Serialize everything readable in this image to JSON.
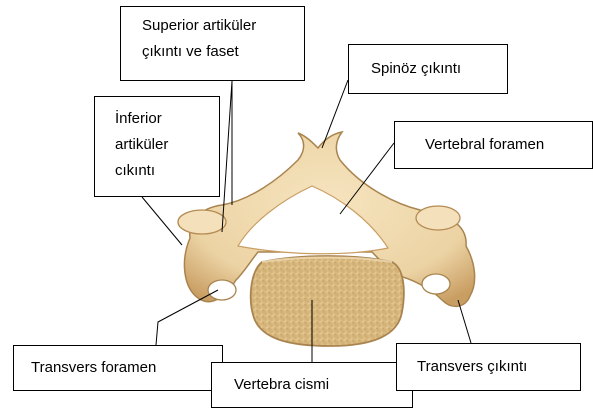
{
  "labels": {
    "superior": [
      "Superior artiküler",
      "çıkıntı ve faset"
    ],
    "spinous": "Spinöz çıkıntı",
    "inferior": [
      "İnferior",
      "artiküler",
      "cıkıntı"
    ],
    "vertebral_foramen": "Vertebral foramen",
    "transverse_foramen": "Transvers foramen",
    "body": "Vertebra cismi",
    "transverse_process": "Transvers çıkıntı"
  },
  "colors": {
    "bone": "#ecd3a4",
    "bone_shade": "#c99e63",
    "bone_outline": "#a9844f",
    "cancellous": "#dcc08a",
    "leader": "#000000"
  }
}
